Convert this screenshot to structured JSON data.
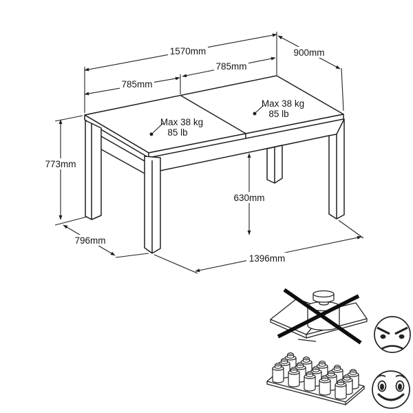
{
  "page": {
    "title": "Extendable table dimension diagram",
    "background": "#ffffff",
    "line_color": "#1e1e1e"
  },
  "dimensions": {
    "total_length": {
      "label": "1570mm"
    },
    "depth": {
      "label": "900mm"
    },
    "right_half": {
      "label": "785mm"
    },
    "left_half": {
      "label": "785mm"
    },
    "height": {
      "label": "773mm"
    },
    "base_depth": {
      "label": "796mm"
    },
    "clearance": {
      "label": "630mm"
    },
    "base_length": {
      "label": "1396mm"
    }
  },
  "load_capacity": {
    "left_panel": {
      "line1": "Max 38 kg",
      "line2": "85 lb"
    },
    "right_panel": {
      "line1": "Max 38 kg",
      "line2": "85 lb"
    }
  },
  "usage_guidance": {
    "incorrect": {
      "icon": "concentrated-load-crossed-out-icon",
      "face": "angry-face-icon"
    },
    "correct": {
      "icon": "distributed-load-icon",
      "face": "happy-face-icon"
    }
  }
}
